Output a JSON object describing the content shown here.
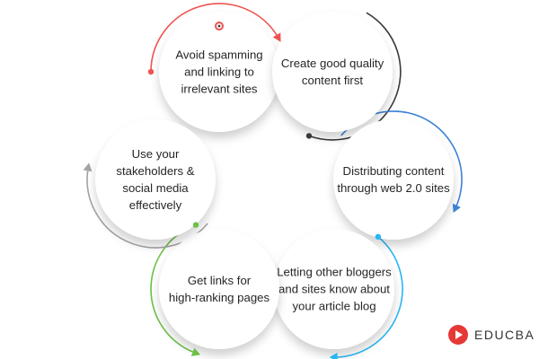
{
  "colors": {
    "red": "#ef5350",
    "blue": "#3d82d6",
    "cyan": "#29b6f6",
    "green": "#6cc04a",
    "gray": "#a3a3a3",
    "dark": "#3a3a3a"
  },
  "nodes": [
    {
      "id": "avoid-spamming",
      "lines": [
        "Avoid spamming",
        "and linking to",
        "irrelevant sites"
      ],
      "color": "red"
    },
    {
      "id": "create-content",
      "lines": [
        "Create good quality",
        "content first"
      ],
      "color": "dark"
    },
    {
      "id": "distributing-content",
      "lines": [
        "Distributing content",
        "through web 2.0 sites"
      ],
      "color": "blue"
    },
    {
      "id": "letting-bloggers",
      "lines": [
        "Letting other bloggers",
        "and sites know about",
        "your article blog"
      ],
      "color": "cyan"
    },
    {
      "id": "get-links",
      "lines": [
        "Get links for",
        "high-ranking pages"
      ],
      "color": "green"
    },
    {
      "id": "use-stakeholders",
      "lines": [
        "Use your",
        "stakeholders &",
        "social media",
        "effectively"
      ],
      "color": "gray"
    }
  ],
  "brand": {
    "name": "EDUCBA",
    "logo_color": "#e53935"
  }
}
